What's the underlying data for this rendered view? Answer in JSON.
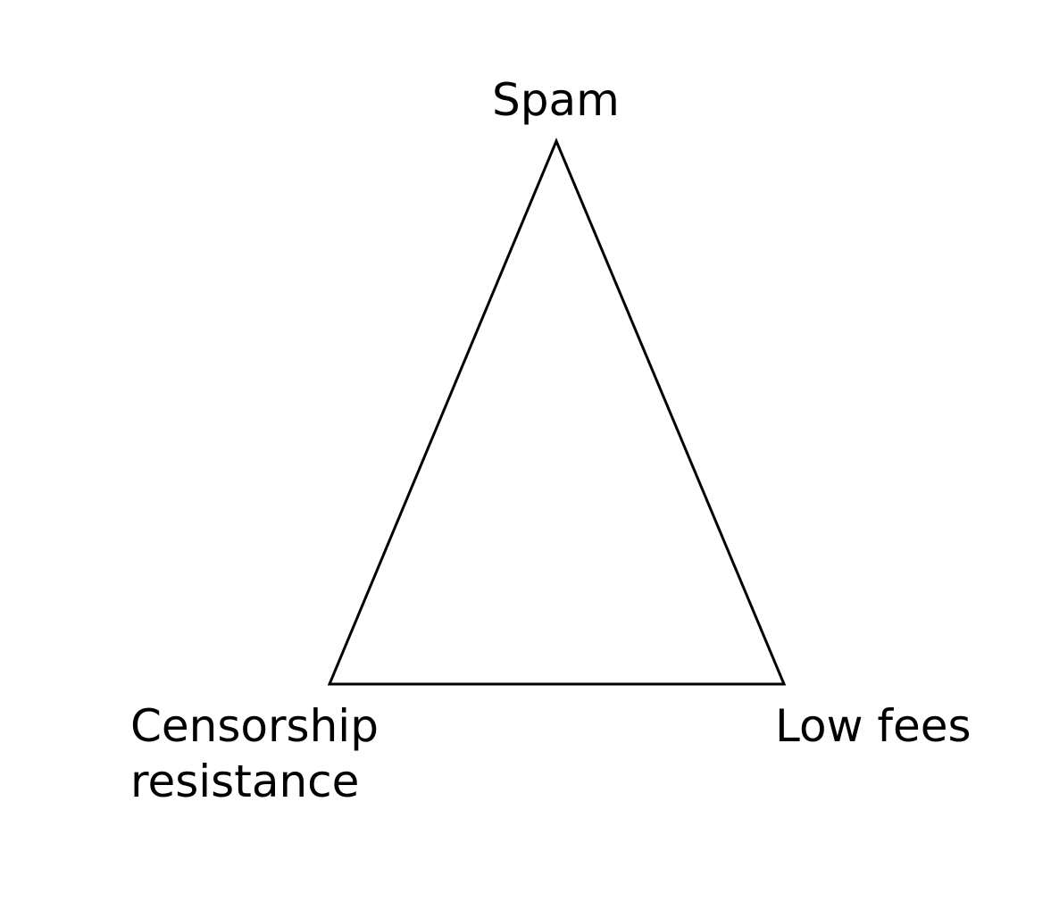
{
  "diagram": {
    "type": "triangle",
    "vertices": {
      "top": "Spam",
      "bottom_left": [
        "Censorship",
        "resistance"
      ],
      "bottom_right": "Low fees"
    },
    "colors": {
      "background": "#ffffff",
      "stroke": "#000000",
      "text": "#000000"
    }
  }
}
